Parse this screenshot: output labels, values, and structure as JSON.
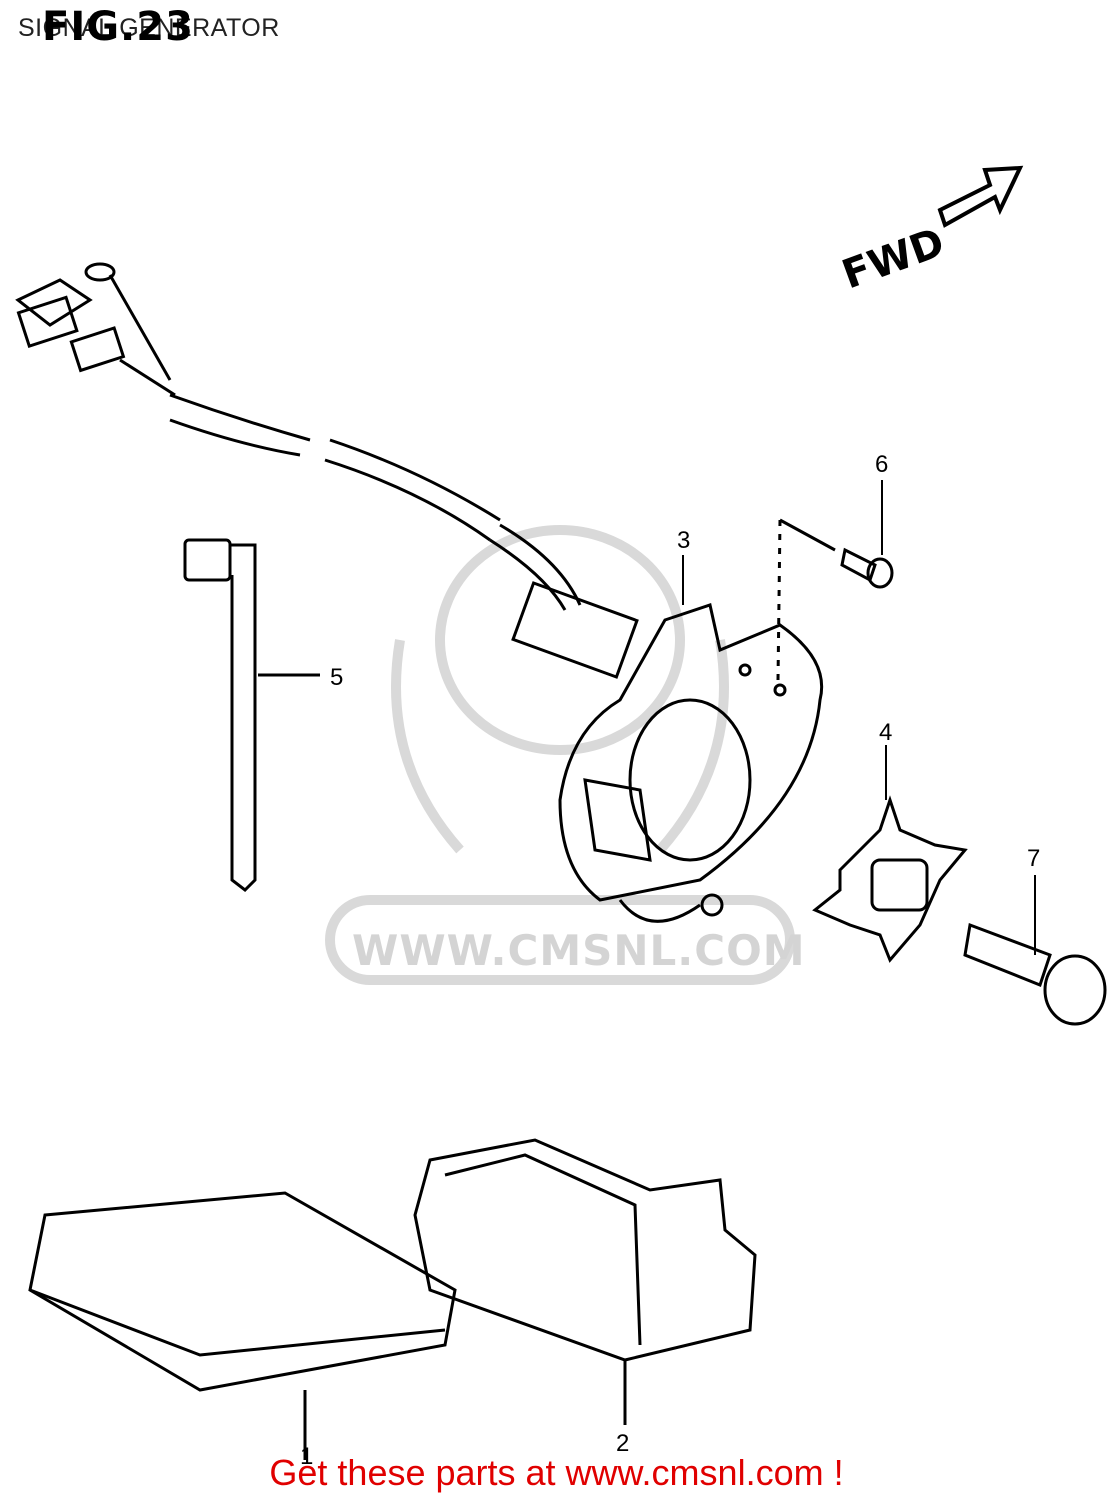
{
  "header": {
    "title": "SIGNAL GENERATOR",
    "fig_label": "FIG.23"
  },
  "direction": {
    "label": "FWD",
    "icon": "arrow-icon"
  },
  "callouts": [
    "1",
    "2",
    "3",
    "4",
    "5",
    "6",
    "7"
  ],
  "watermark": {
    "url": "WWW.CMSNL.COM"
  },
  "footer": {
    "text": "Get these parts at www.cmsnl.com !"
  },
  "colors": {
    "line": "#000000",
    "watermark": "#d4d4d4",
    "footer": "#e00000"
  }
}
